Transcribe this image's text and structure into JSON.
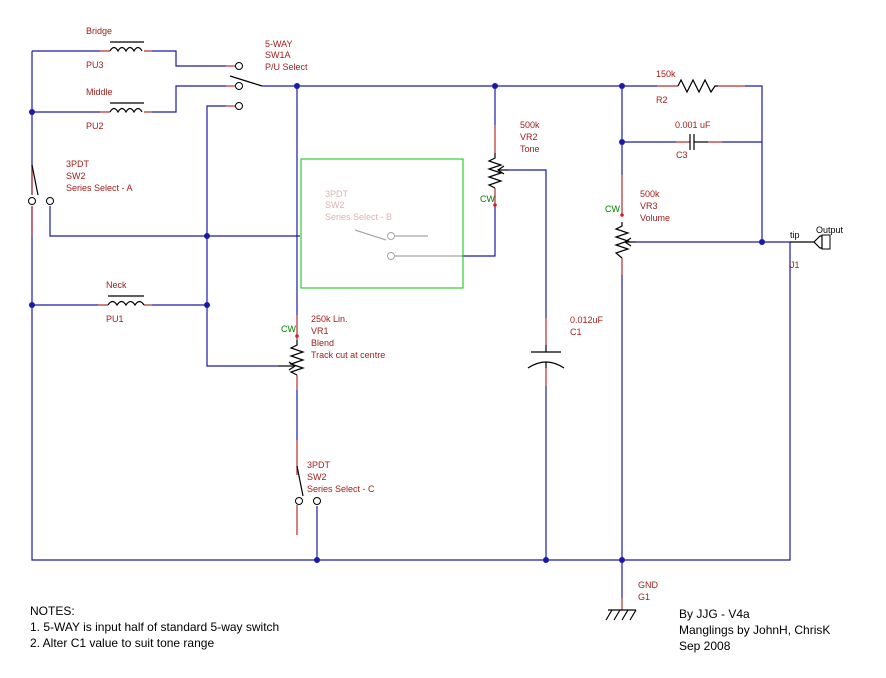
{
  "components": {
    "pu3": {
      "name": "Bridge",
      "ref": "PU3"
    },
    "pu2": {
      "name": "Middle",
      "ref": "PU2"
    },
    "pu1": {
      "name": "Neck",
      "ref": "PU1"
    },
    "sw1a": {
      "line1": "5-WAY",
      "line2": "SW1A",
      "line3": "P/U Select"
    },
    "sw2a": {
      "line1": "3PDT",
      "line2": "SW2",
      "line3": "Series Select - A"
    },
    "sw2b": {
      "line1": "3PDT",
      "line2": "SW2",
      "line3": "Series Select - B"
    },
    "sw2c": {
      "line1": "3PDT",
      "line2": "SW2",
      "line3": "Series Select - C"
    },
    "vr1": {
      "value": "250k Lin.",
      "ref": "VR1",
      "line3": "Blend",
      "line4": "Track cut at centre",
      "cw": "CW"
    },
    "vr2": {
      "value": "500k",
      "ref": "VR2",
      "name": "Tone",
      "cw": "CW"
    },
    "vr3": {
      "value": "500k",
      "ref": "VR3",
      "name": "Volume",
      "cw": "CW"
    },
    "r2": {
      "value": "150k",
      "ref": "R2"
    },
    "c3": {
      "value": "0.001 uF",
      "ref": "C3"
    },
    "c1": {
      "value": "0.012uF",
      "ref": "C1"
    },
    "j1": {
      "tip": "tip",
      "name": "Output",
      "ref": "J1"
    },
    "g1": {
      "name": "GND",
      "ref": "G1"
    }
  },
  "notes": {
    "title": "NOTES:",
    "items": [
      "1. 5-WAY is input half of standard 5-way switch",
      "2. Alter C1 value to suit tone range"
    ]
  },
  "credits": {
    "line1": "By JJG - V4a",
    "line2": "Manglings by JohnH, ChrisK",
    "line3": "Sep 2008"
  },
  "colors": {
    "wire": "#1a1aa8",
    "label": "#a0201c",
    "highlight_box": "#33cc33",
    "cw_mark": "#008000"
  }
}
